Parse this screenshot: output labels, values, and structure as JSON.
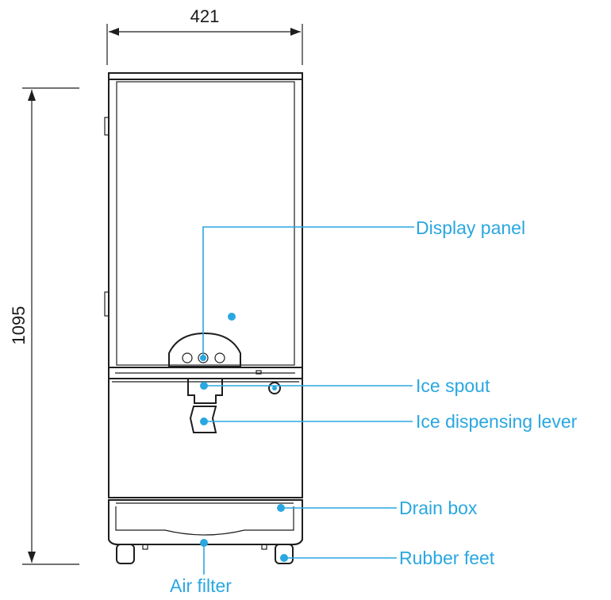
{
  "dimensions": {
    "width_label": "421",
    "height_label": "1095"
  },
  "callouts": {
    "display_panel": "Display panel",
    "ice_spout": "Ice spout",
    "ice_dispensing_lever": "Ice dispensing lever",
    "drain_box": "Drain box",
    "rubber_feet": "Rubber feet",
    "air_filter": "Air filter"
  },
  "colors": {
    "callout": "#2aa7e0",
    "outline": "#1e1e1e"
  }
}
